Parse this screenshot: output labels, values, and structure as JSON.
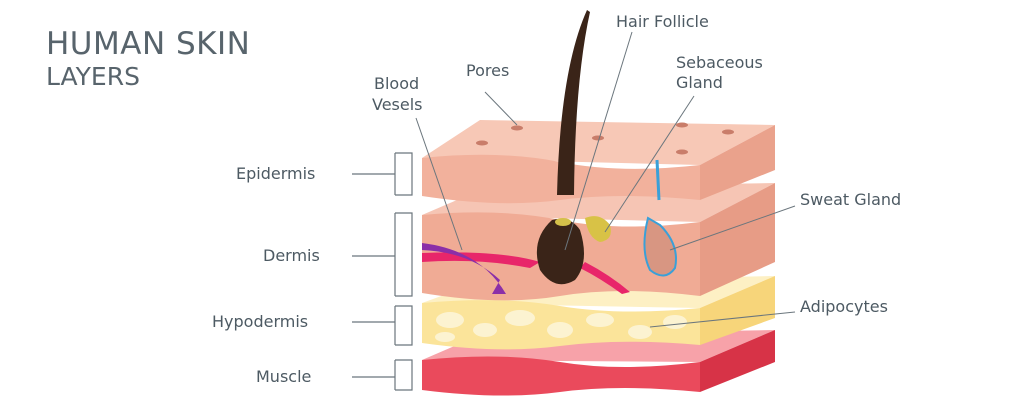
{
  "title": {
    "line1": "HUMAN SKIN",
    "line2": "LAYERS"
  },
  "layers": [
    {
      "name": "Epidermis"
    },
    {
      "name": "Dermis"
    },
    {
      "name": "Hypodermis"
    },
    {
      "name": "Muscle"
    }
  ],
  "callouts": {
    "hair_follicle": "Hair Follicle",
    "pores": "Pores",
    "blood_vessels_1": "Blood",
    "blood_vessels_2": "Vesels",
    "sebaceous_1": "Sebaceous",
    "sebaceous_2": "Gland",
    "sweat_gland": "Sweat Gland",
    "adipocytes": "Adipocytes"
  },
  "colors": {
    "skin": "#f3b6a3",
    "fat": "#fbe7a6",
    "muscle": "#ef4b5f",
    "hair": "#3a2418",
    "vein": "#8b2fa8",
    "artery": "#e8266a",
    "sweat": "#3aa0d8"
  }
}
